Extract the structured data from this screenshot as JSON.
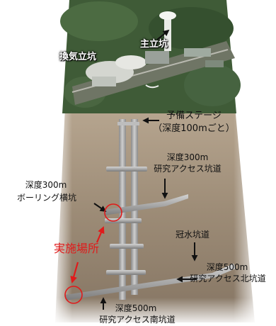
{
  "labels": {
    "main_shaft": "主立坑",
    "vent_shaft": "換気立坑",
    "reserve_stage_1": "予備ステージ",
    "reserve_stage_2": "（深度100mごと）",
    "gallery300_1": "深度300m",
    "gallery300_2": "研究アクセス坑道",
    "boring300_1": "深度300m",
    "boring300_2": "ボーリング横坑",
    "site": "実施場所",
    "submerge": "冠水坑道",
    "north500_1": "深度500m",
    "north500_2": "研究アクセス北坑道",
    "south500_1": "深度500m",
    "south500_2": "研究アクセス南坑道"
  },
  "colors": {
    "highlight": "#e01b1b",
    "arrow": "#111111",
    "tunnel": "#a7a7a7",
    "rock": "#9a8872",
    "forest": "#3d5a36"
  }
}
